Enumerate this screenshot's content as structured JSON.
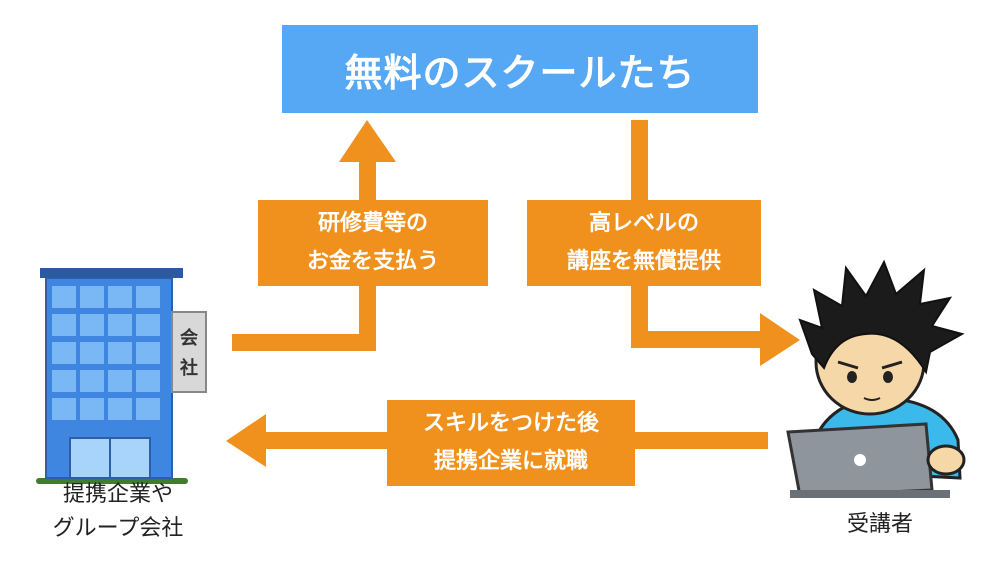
{
  "top_box": {
    "title": "無料のスクールたち"
  },
  "arrows": {
    "pay": {
      "line1": "研修費等の",
      "line2": "お金を支払う"
    },
    "offer": {
      "line1": "高レベルの",
      "line2": "講座を無償提供"
    },
    "skill": {
      "line1": "スキルをつけた後",
      "line2": "提携企業に就職"
    }
  },
  "company": {
    "sign_char1": "会",
    "sign_char2": "社",
    "caption_line1": "提携企業や",
    "caption_line2": "グループ会社"
  },
  "learner": {
    "caption": "受講者"
  },
  "colors": {
    "accent": "#56a8f5",
    "arrow": "#f0911d",
    "building": "#3f86e0"
  }
}
